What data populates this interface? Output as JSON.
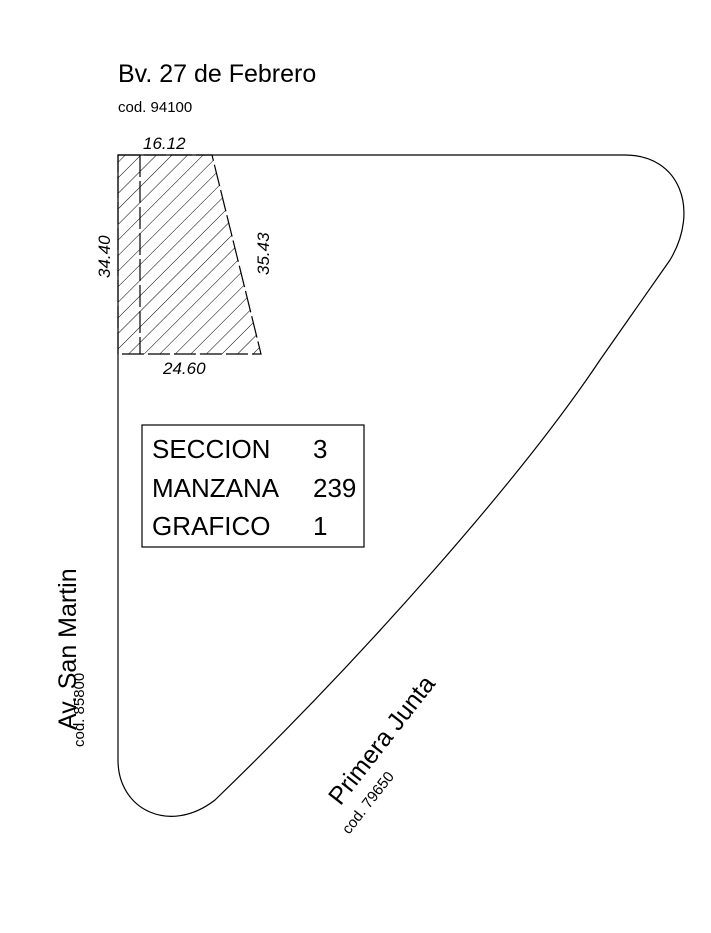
{
  "streets": {
    "north": {
      "name": "Bv. 27 de Febrero",
      "code": "cod. 94100"
    },
    "west": {
      "name": "Av. San Martin",
      "code": "cod. 85800"
    },
    "southeast": {
      "name": "Primera Junta",
      "code": "cod. 79650"
    }
  },
  "lot_dimensions": {
    "top": "16.12",
    "left": "34.40",
    "right": "35.43",
    "bottom": "24.60"
  },
  "info_table": {
    "rows": [
      {
        "label": "SECCION",
        "value": "3"
      },
      {
        "label": "MANZANA",
        "value": "239"
      },
      {
        "label": "GRAFICO",
        "value": "1"
      }
    ]
  },
  "colors": {
    "line": "#000000",
    "background": "#ffffff"
  }
}
